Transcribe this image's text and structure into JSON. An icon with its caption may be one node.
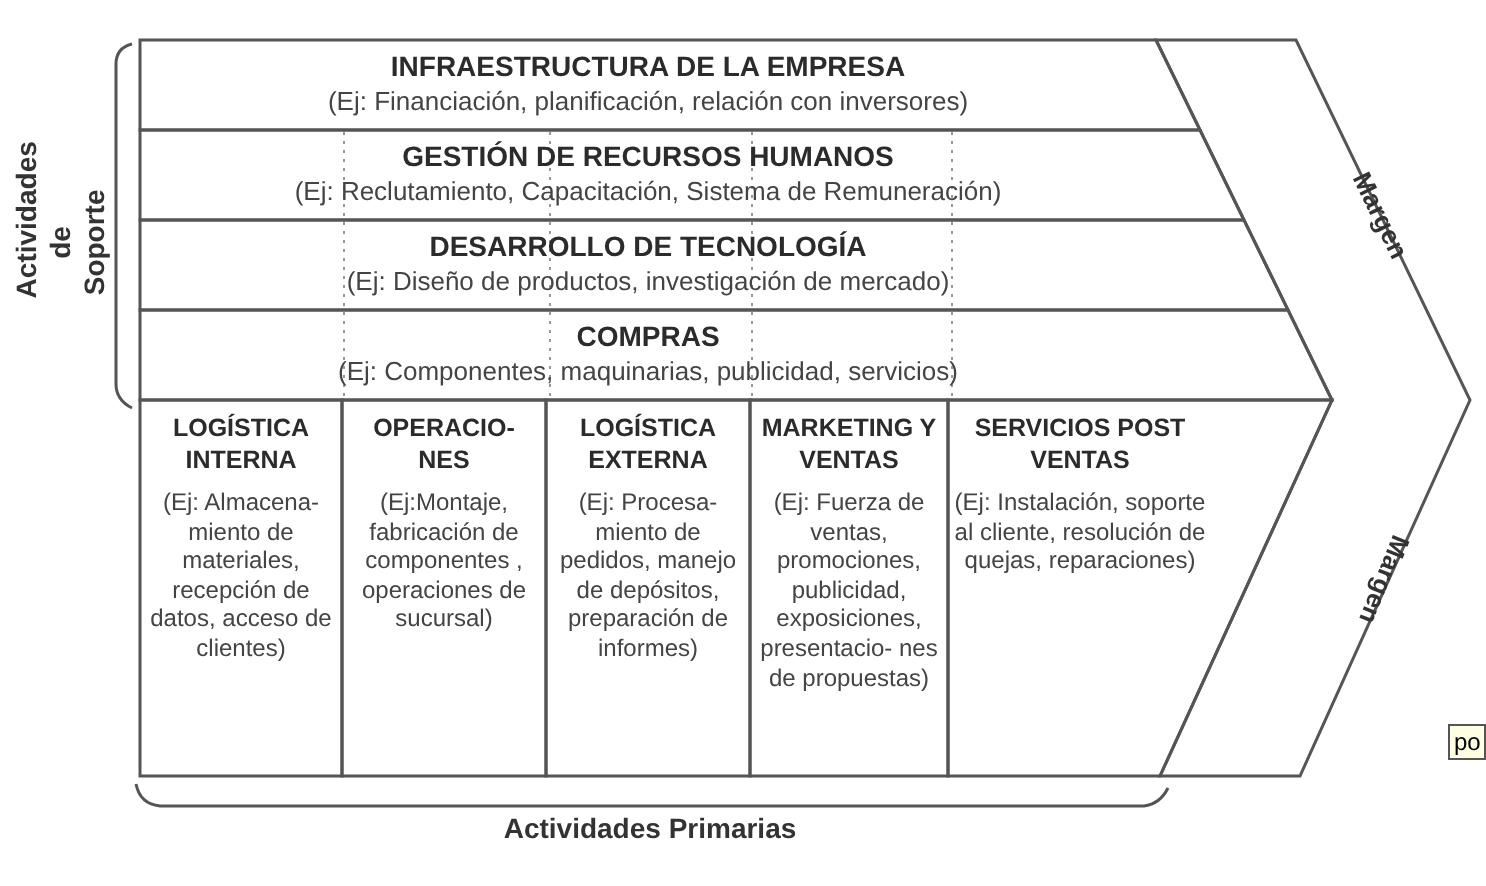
{
  "diagram": {
    "nodes": [
      {
        "text": [
          "INFRAESTRUCTURA DE LA EMPRESA",
          "(Ej: Financiación, planificación, relación con inversores)"
        ]
      },
      {
        "text": [
          "GESTIÓN DE RECURSOS HUMANOS",
          "(Ej: Reclutamiento, Capacitación, Sistema de Remuneración)"
        ]
      },
      {
        "text": [
          "DESARROLLO DE TECNOLOGÍA",
          "(Ej: Diseño de productos, investigación de mercado)"
        ]
      },
      {
        "text": [
          "COMPRAS",
          "(Ej: Componentes, maquinarias, publicidad, servicios)"
        ]
      },
      {
        "text": [
          "LOGÍSTICA INTERNA",
          "(Ej: Almacena- miento de materiales, recepción de datos, acceso de clientes)"
        ]
      },
      {
        "text": [
          "OPERACIO- NES",
          "(Ej:Montaje, fabricación de componentes , operaciones de sucursal)"
        ]
      },
      {
        "text": [
          "LOGÍSTICA EXTERNA",
          "(Ej: Procesa- miento de pedidos, manejo de depósitos, preparación de informes)"
        ]
      },
      {
        "text": [
          "MARKETING Y VENTAS",
          "(Ej: Fuerza de ventas, promociones, publicidad, exposiciones, presentacio- nes de propuestas)"
        ]
      },
      {
        "text": [
          "SERVICIOS POST VENTAS",
          "(Ej: Instalación, soporte al cliente, resolución de quejas, reparaciones)"
        ]
      }
    ],
    "labels": [
      "Actividades de Soporte",
      "Margen",
      "Margen",
      "Actividades Primarias",
      "po"
    ]
  }
}
